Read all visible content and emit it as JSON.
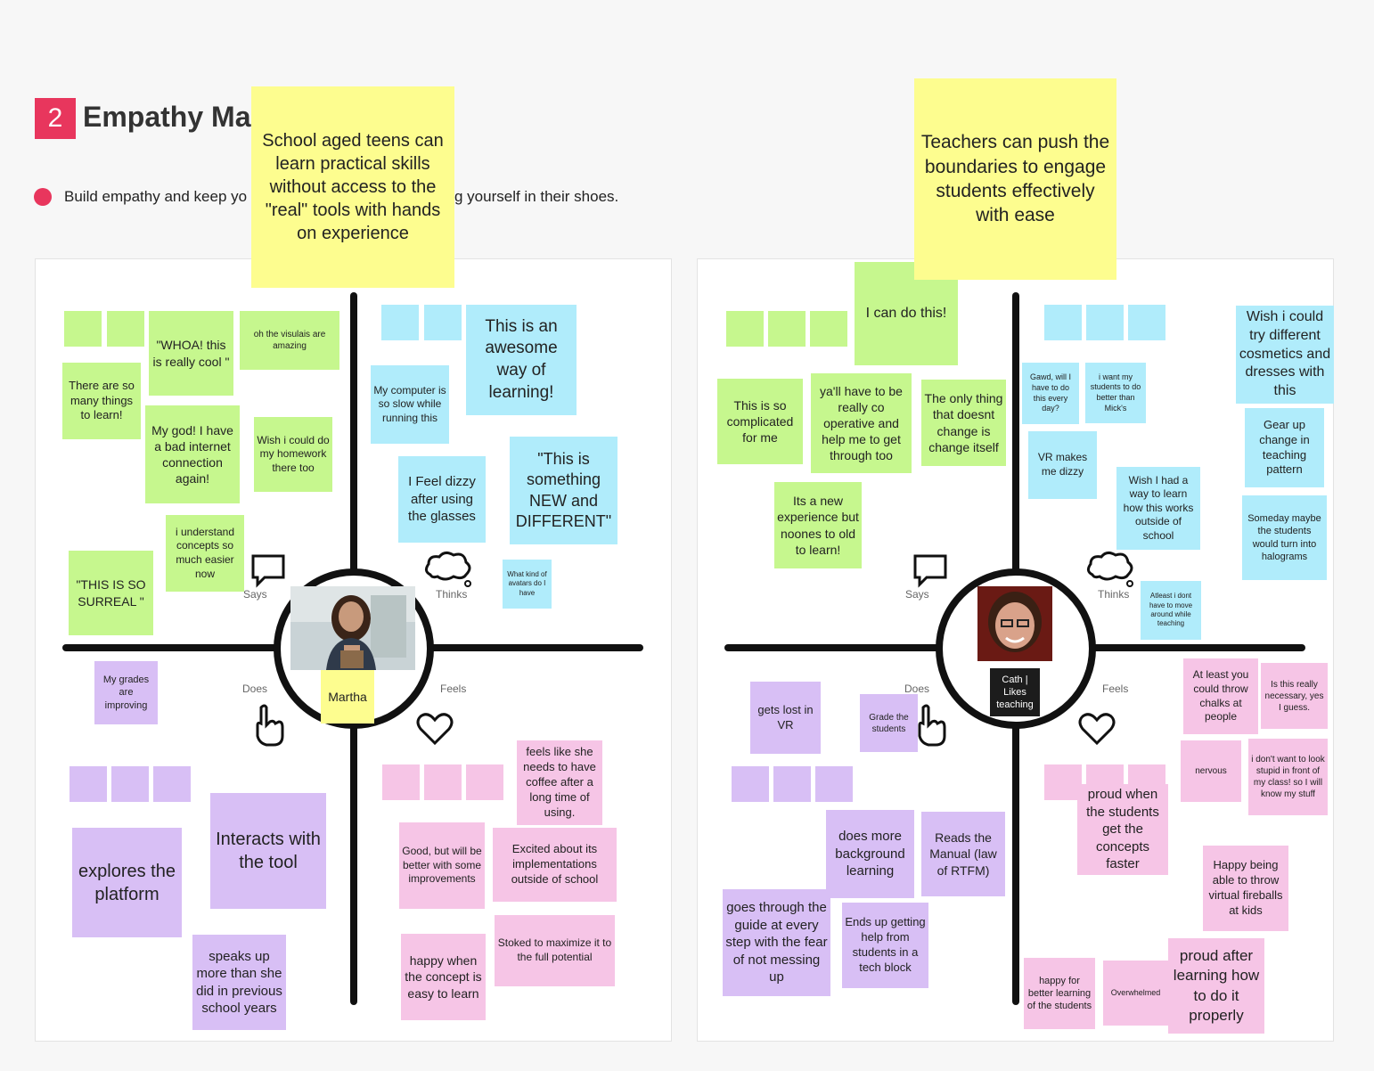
{
  "header": {
    "number": "2",
    "title": "Empathy Ma",
    "subtitle": "Build empathy and keep yo",
    "subtitle_tail": "g yourself in their shoes."
  },
  "colors": {
    "accent": "#e8365d",
    "green": "#c6f78e",
    "blue": "#b0ecfb",
    "purple": "#d8bff5",
    "pink": "#f6c5e6",
    "yellow": "#fdfd8f"
  },
  "quadrant_labels": {
    "says": "Says",
    "thinks": "Thinks",
    "does": "Does",
    "feels": "Feels"
  },
  "icons": [
    "speech-bubble-icon",
    "thought-cloud-icon",
    "pointing-hand-icon",
    "heart-icon"
  ],
  "map1": {
    "persona_name": "Martha",
    "headline": "School aged teens can learn practical skills without access to the \"real\" tools with hands on experience",
    "says": [
      "\"WHOA! this is really cool \"",
      "oh the visulais are amazing",
      "There are so many things to learn!",
      "My god! I have a bad internet connection again!",
      "Wish i could do my homework there too",
      "i understand concepts so much easier now",
      "\"THIS IS SO SURREAL \""
    ],
    "thinks": [
      "This is an awesome way of learning!",
      "My computer is so slow while running this",
      "I Feel dizzy after using the glasses",
      "\"This is something NEW and DIFFERENT\"",
      "What kind of avatars do I have"
    ],
    "does": [
      "My grades are improving",
      "explores the platform",
      "Interacts with the tool",
      "speaks up more than she did in previous school years"
    ],
    "feels": [
      "feels like she needs to have coffee after a long time of using.",
      "Good, but will be better with some improvements",
      "Excited about its implementations outside of school",
      "happy when the concept is easy to learn",
      "Stoked to maximize it to the full potential"
    ]
  },
  "map2": {
    "persona_name": "Cath | Likes teaching",
    "headline": "Teachers can push the boundaries to engage students effectively with ease",
    "says": [
      "I can do this!",
      "This is so complicated for me",
      "ya'll have to be really co operative and help me to get through too",
      "The only thing that doesnt change is change itself",
      "Its a new experience but noones to old to learn!"
    ],
    "thinks": [
      "Wish i could try different cosmetics and dresses with this",
      "Gawd, will I have to do this every day?",
      "i want my students to do better than Mick's",
      "VR makes me dizzy",
      "Wish I had a way to learn how this works outside of school",
      "Gear up change in teaching pattern",
      "Someday maybe the students would turn into halograms",
      "Atleast i dont have to move around while teaching"
    ],
    "does": [
      "gets lost in VR",
      "Grade the students",
      "does more background learning",
      "Reads the Manual (law of RTFM)",
      "goes through the guide at every step with the fear of not messing up",
      "Ends up getting help from students in a tech block"
    ],
    "feels": [
      "At least you could throw chalks at people",
      "Is this really necessary, yes I guess.",
      "nervous",
      "i don't want to look stupid in front of my class! so I will know my stuff",
      "proud when the students get the concepts faster",
      "Happy being able to throw virtual fireballs at kids",
      "happy for better learning of the students",
      "Overwhelmed",
      "proud after learning how to do it properly"
    ]
  }
}
